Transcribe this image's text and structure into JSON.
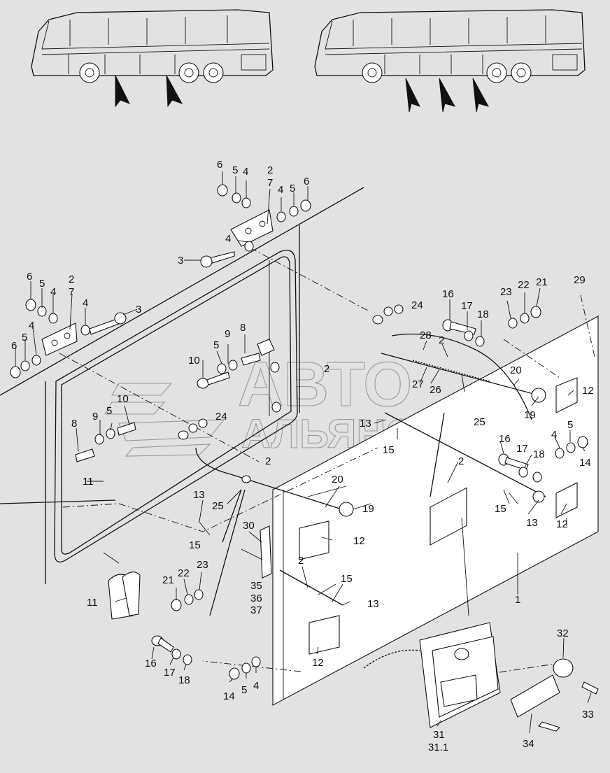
{
  "watermark": {
    "line1": "АВТО",
    "line2": "АЛЬЯНС"
  },
  "callouts": {
    "c1": "1",
    "c2": "2",
    "c3": "3",
    "c4": "4",
    "c5": "5",
    "c6": "6",
    "c7": "7",
    "c8": "8",
    "c9": "9",
    "c10": "10",
    "c11": "11",
    "c12": "12",
    "c13": "13",
    "c14": "14",
    "c15": "15",
    "c16": "16",
    "c17": "17",
    "c18": "18",
    "c19": "19",
    "c20": "20",
    "c21": "21",
    "c22": "22",
    "c23": "23",
    "c24": "24",
    "c25": "25",
    "c26": "26",
    "c27": "27",
    "c28": "28",
    "c29": "29",
    "c30": "30",
    "c31": "31",
    "c31_1": "31.1",
    "c32": "32",
    "c33": "33",
    "c34": "34",
    "c35": "35",
    "c36": "36",
    "c37": "37"
  },
  "icons": {
    "bus_left": "bus-side-view-icon",
    "bus_right": "bus-side-view-icon",
    "arrow": "pointer-arrow-icon"
  }
}
